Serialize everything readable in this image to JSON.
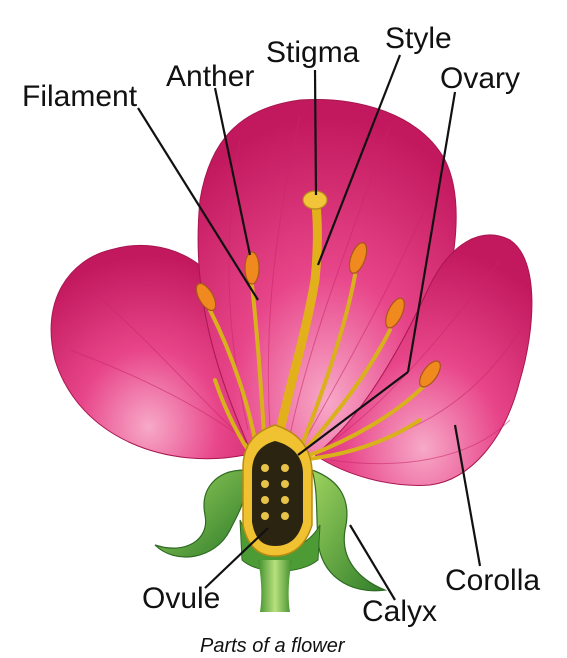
{
  "labels": {
    "filament": "Filament",
    "anther": "Anther",
    "stigma": "Stigma",
    "style": "Style",
    "ovary": "Ovary",
    "ovule": "Ovule",
    "calyx": "Calyx",
    "corolla": "Corolla"
  },
  "caption": "Parts of a flower",
  "colors": {
    "petal": "#e0307a",
    "petal_light": "#f27aab",
    "petal_dark": "#b51d5c",
    "pistil": "#e8b820",
    "anther": "#f08a1e",
    "sepal": "#5fa83a",
    "ovary_inside": "#2b2410",
    "ovule": "#e7c34a"
  }
}
